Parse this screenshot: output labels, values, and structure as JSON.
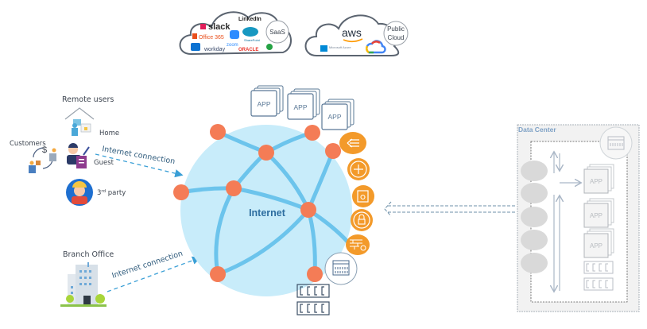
{
  "clouds": {
    "saas": {
      "label": "SaaS",
      "vendors": [
        "slack",
        "LinkedIn",
        "Office 365",
        "zoom",
        "salesforce",
        "SharePoint",
        "box",
        "workday",
        "ORACLE",
        "WhatsApp"
      ]
    },
    "public": {
      "label_line1": "Public",
      "label_line2": "Cloud",
      "vendors": [
        "aws",
        "Microsoft Azure",
        "Google Cloud"
      ]
    }
  },
  "remote_users": {
    "title": "Remote users",
    "items": [
      {
        "label": "Home",
        "icon": "home-office-icon"
      },
      {
        "label": "Guest",
        "icon": "guest-icon"
      },
      {
        "label": "3rd party",
        "label_sup": "rd",
        "icon": "contractor-icon"
      }
    ],
    "customers_label": "Customers"
  },
  "connections": {
    "remote": "Internet connection",
    "branch": "Internet connection"
  },
  "branch": {
    "title": "Branch Office"
  },
  "internet": {
    "label": "Internet",
    "apps": [
      "APP",
      "APP",
      "APP"
    ],
    "security_services": [
      "proxy-icon",
      "router-icon",
      "lock-box-icon",
      "padlock-icon",
      "firewall-icon"
    ]
  },
  "datacenter": {
    "title": "Data Center",
    "apps": [
      "APP",
      "APP",
      "APP"
    ]
  },
  "colors": {
    "node": "#f47c56",
    "globe": "#c8ecfa",
    "link": "#6cc4ec",
    "security": "#f39a2a",
    "text_dark": "#2e6ea0",
    "dc_gray": "#d9d9d9"
  }
}
